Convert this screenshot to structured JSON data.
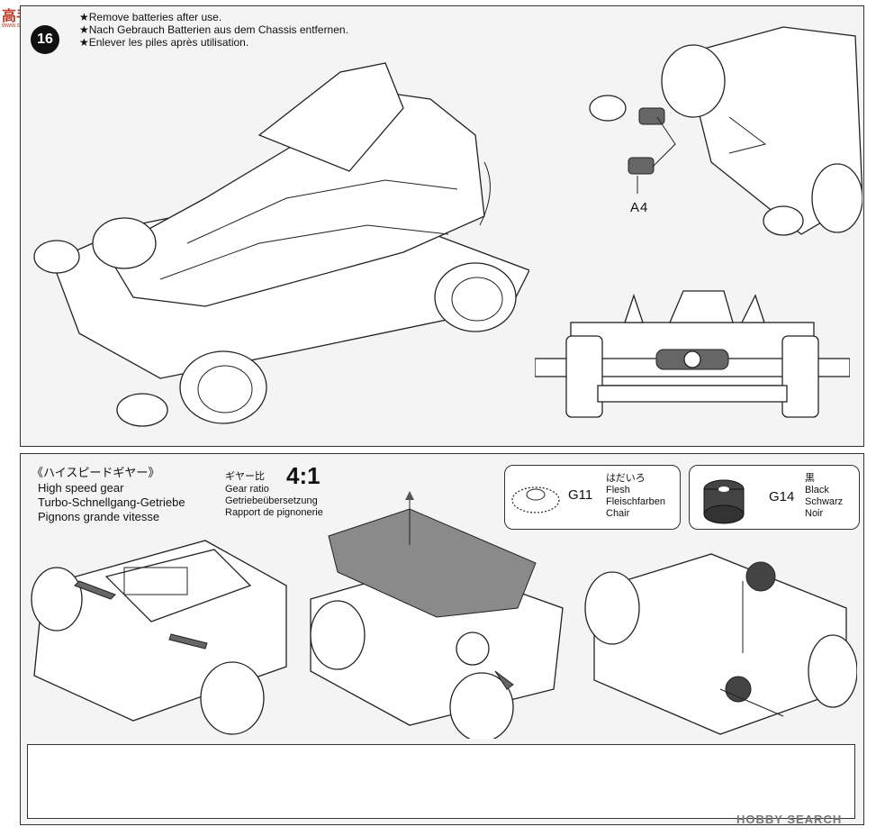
{
  "header": {
    "logo_text": "高手网",
    "logo_subtext": "www.ssjss.net",
    "step_number": "16"
  },
  "notes": [
    "★Remove batteries after use.",
    "★Nach Gebrauch Batterien aus dem Chassis entfernen.",
    "★Enlever les piles après utilisation."
  ],
  "top": {
    "part_label": "A4"
  },
  "bottom": {
    "section_title": "《ハイスピードギヤー》",
    "section_lines": [
      "High speed gear",
      "Turbo-Schnellgang-Getriebe",
      "Pignons grande vitesse"
    ],
    "ratio_label": "ギヤー比",
    "ratio_value": "4:1",
    "ratio_lines": [
      "Gear ratio",
      "Getriebeübersetzung",
      "Rapport de pignonerie"
    ],
    "gear_g11": {
      "code": "G11",
      "lines": [
        "はだいろ",
        "Flesh",
        "Fleischfarben",
        "Chair"
      ],
      "color": "#ffffff"
    },
    "gear_g14": {
      "code": "G14",
      "lines": [
        "黒",
        "Black",
        "Schwarz",
        "Noir"
      ],
      "color": "#333333"
    }
  },
  "watermark": "HOBBY SEARCH"
}
